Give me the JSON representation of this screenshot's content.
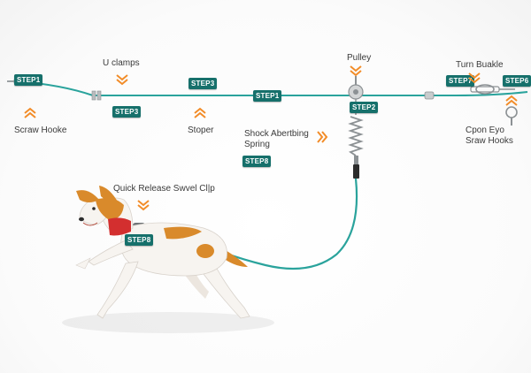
{
  "colors": {
    "cable": "#2aa39c",
    "badge": "#16706b",
    "arrow": "#f28c28",
    "hardware": "#b9bcbe",
    "leash": "#2aa39c",
    "dog_white": "#f7f4f0",
    "dog_orange": "#d98a2b",
    "collar": "#d32f2f"
  },
  "labels": {
    "u_clamps": "U clamps",
    "pulley": "Pulley",
    "turn_buckle": "Turn Buakle",
    "screw_hooks_left": "Scraw Hooke",
    "stopper": "Stoper",
    "shock_spring": "Shock Abertbing\nSpring",
    "open_eye_hooks": "Cpon Eyo\nSraw Hooks",
    "quick_release": "Quick Release Swvel Cl|p"
  },
  "badges": {
    "step1_left": "STEP1",
    "step3_uclamp": "STEP3",
    "step3_stopper": "STEP3",
    "step1_mid": "STEP1",
    "step2_pulley": "STEP2",
    "step7_right": "STEP7",
    "step6_right": "STEP6",
    "step8_spring": "STEP8",
    "step8_collar": "STEP8"
  },
  "icons": {
    "arrow_up": "chevron-up-icon",
    "arrow_down": "chevron-down-icon",
    "arrow_right": "chevron-right-icon"
  }
}
